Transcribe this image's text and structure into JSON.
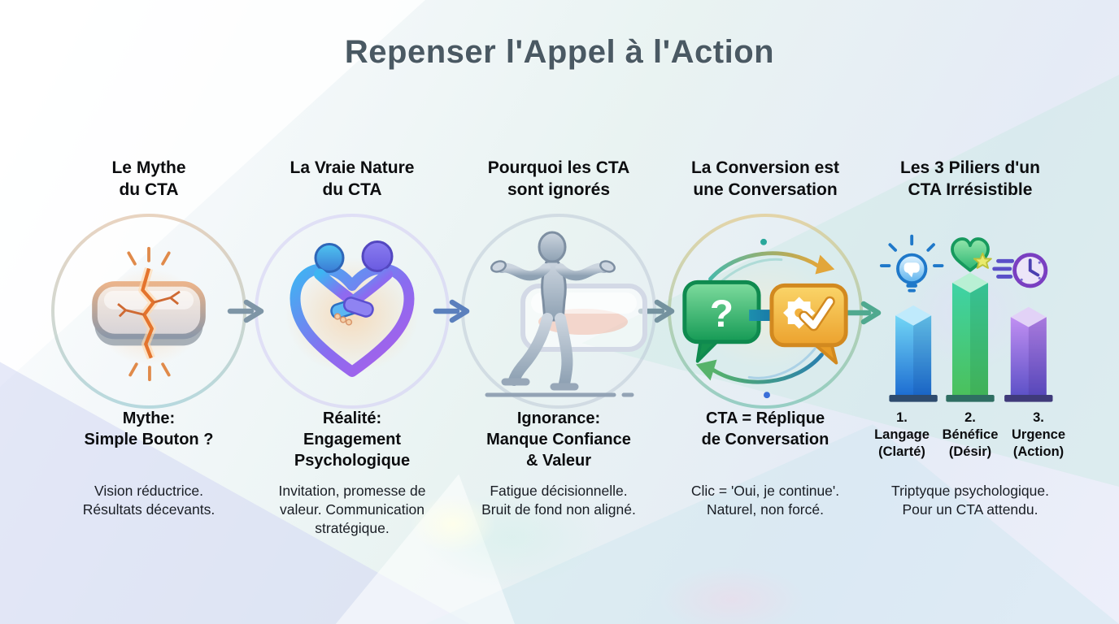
{
  "title": "Repenser l'Appel à l'Action",
  "columns": [
    {
      "header": "Le Mythe\ndu CTA",
      "icon": "broken-button-icon",
      "subtitle": "Mythe:\nSimple Bouton ?",
      "description": "Vision réductrice.\nRésultats décevants."
    },
    {
      "header": "La Vraie Nature\ndu CTA",
      "icon": "handshake-heart-icon",
      "subtitle": "Réalité:\nEngagement\nPsychologique",
      "description": "Invitation, promesse de\nvaleur. Communication\nstratégique."
    },
    {
      "header": "Pourquoi les CTA\nsont ignorés",
      "icon": "shrugging-person-icon",
      "subtitle": "Ignorance:\nManque Confiance\n& Valeur",
      "description": "Fatigue décisionnelle.\nBruit de fond non aligné."
    },
    {
      "header": "La Conversion est\nune Conversation",
      "icon": "conversation-loop-icon",
      "subtitle": "CTA = Réplique\nde Conversation",
      "description": "Clic = 'Oui, je continue'.\nNaturel, non forcé."
    },
    {
      "header": "Les 3 Piliers d'un\nCTA Irrésistible",
      "icon": "three-pillars-icon",
      "pillars": [
        {
          "number": "1.",
          "label": "Langage",
          "quality": "(Clarté)"
        },
        {
          "number": "2.",
          "label": "Bénéfice",
          "quality": "(Désir)"
        },
        {
          "number": "3.",
          "label": "Urgence",
          "quality": "(Action)"
        }
      ],
      "description": "Triptyque psychologique.\nPour un CTA attendu."
    }
  ],
  "colors": {
    "title_text": "#4a5963",
    "header_text": "#0c0d0f",
    "body_text": "#191d24",
    "arrow_slate": "#7e95a6",
    "arrow_blue": "#5b80bd",
    "arrow_teal": "#4fa98f",
    "bubble_green": "#17a05a",
    "bubble_orange": "#eda12f",
    "pillar_blue": "#1e6ed2",
    "pillar_green": "#3ed2a4",
    "pillar_purple": "#6a5acd",
    "crack_orange": "#e4742d"
  }
}
